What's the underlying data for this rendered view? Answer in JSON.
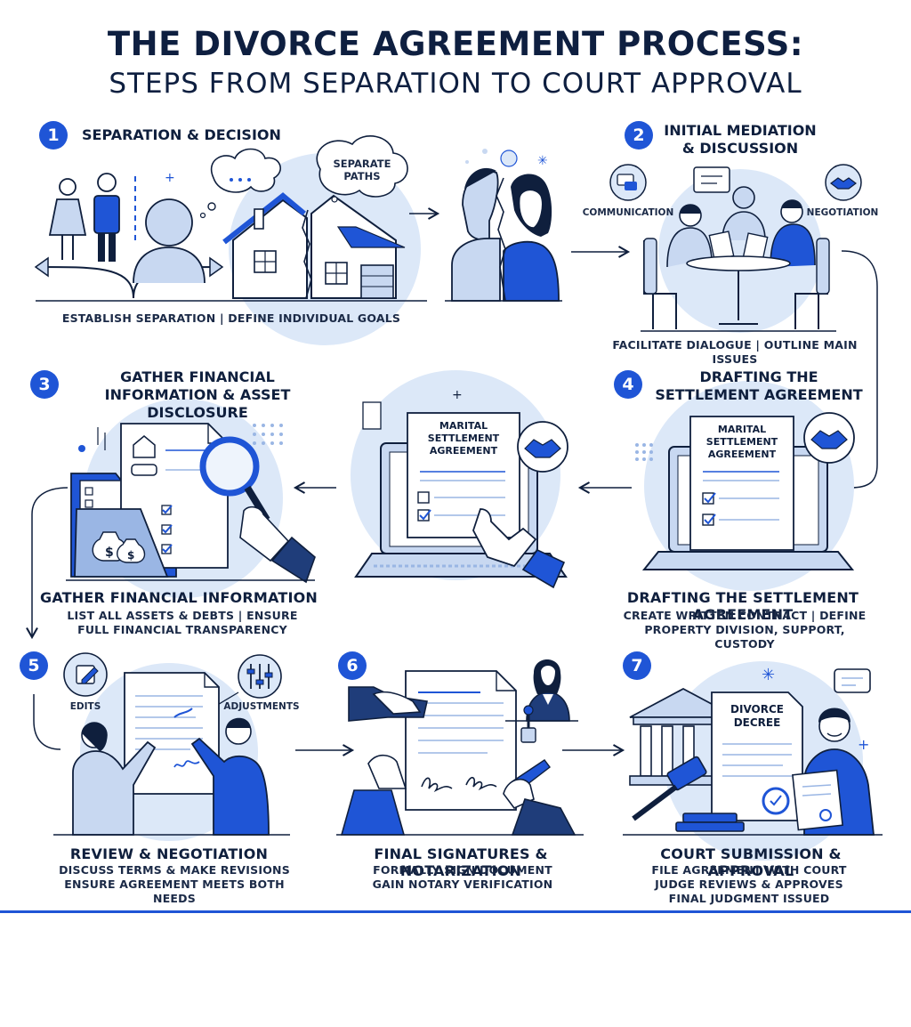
{
  "title": {
    "line1": "THE DIVORCE AGREEMENT PROCESS:",
    "line2": "STEPS FROM SEPARATION TO COURT APPROVAL"
  },
  "colors": {
    "accent": "#1f55d6",
    "light": "#dce8f8",
    "ink": "#0f1f3d"
  },
  "steps": [
    {
      "number": "1",
      "title": "SEPARATION & DECISION",
      "bubble": "SEPARATE PATHS",
      "caption": "ESTABLISH SEPARATION | DEFINE INDIVIDUAL GOALS"
    },
    {
      "number": "2",
      "title": "INITIAL MEDIATION & DISCUSSION",
      "label_left": "COMMUNICATION",
      "label_right": "NEGOTIATION",
      "caption": "FACILITATE DIALOGUE | OUTLINE MAIN ISSUES"
    },
    {
      "number": "3",
      "title": "GATHER FINANCIAL INFORMATION & ASSET DISCLOSURE",
      "caption_title": "GATHER FINANCIAL INFORMATION",
      "caption": "LIST ALL ASSETS & DEBTS | ENSURE FULL FINANCIAL TRANSPARENCY"
    },
    {
      "number": "4",
      "title": "DRAFTING THE SETTLEMENT AGREEMENT",
      "document": "MARITAL SETTLEMENT AGREEMENT",
      "caption_title": "DRAFTING THE SETTLEMENT AGREEMENT",
      "caption": "CREATE WRITTEN CONTRACT | DEFINE PROPERTY DIVISION, SUPPORT, CUSTODY"
    },
    {
      "number": "5",
      "label_left": "EDITS",
      "label_right": "ADJUSTMENTS",
      "caption_title": "REVIEW & NEGOTIATION",
      "caption": "DISCUSS TERMS & MAKE REVISIONS ENSURE AGREEMENT MEETS BOTH NEEDS"
    },
    {
      "number": "6",
      "caption_title": "FINAL SIGNATURES & NOTARIZATION",
      "caption": "FORMALLY SIGN DOCUMENT GAIN NOTARY VERIFICATION"
    },
    {
      "number": "7",
      "document": "DIVORCE DECREE",
      "caption_title": "COURT SUBMISSION & APPROVAL",
      "caption": "FILE AGREEMENT WITH COURT JUDGE REVIEWS & APPROVES FINAL JUDGMENT ISSUED"
    }
  ]
}
